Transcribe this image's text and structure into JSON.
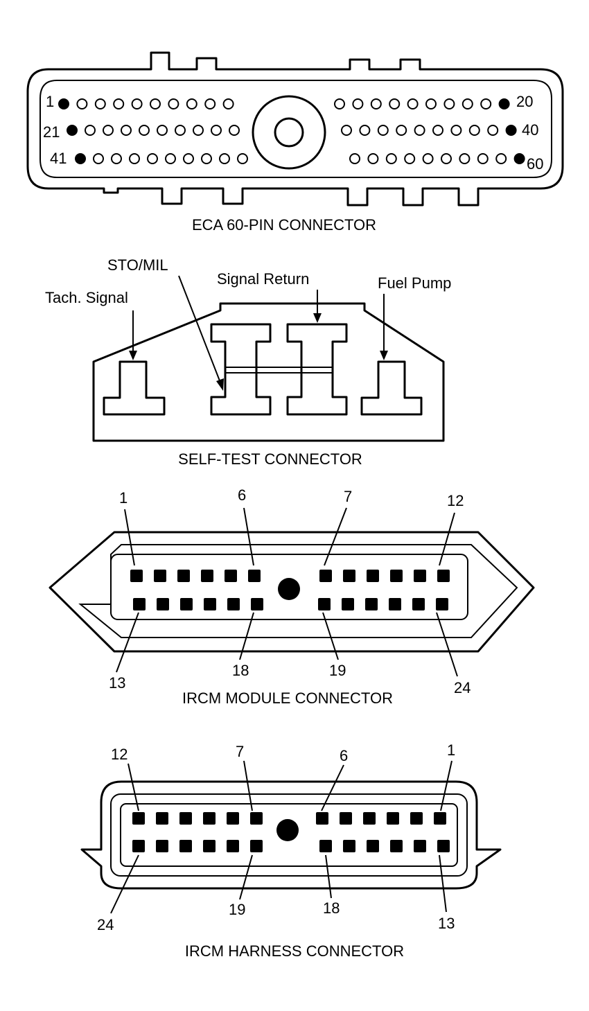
{
  "eca": {
    "caption": "ECA 60-PIN CONNECTOR",
    "pin_labels": [
      "1",
      "20",
      "21",
      "40",
      "41",
      "60"
    ]
  },
  "selftest": {
    "caption": "SELF-TEST CONNECTOR",
    "labels": {
      "tach": "Tach. Signal",
      "sto": "STO/MIL",
      "signal_return": "Signal Return",
      "fuel_pump": "Fuel Pump"
    }
  },
  "ircm_module": {
    "caption": "IRCM MODULE CONNECTOR",
    "pin_labels": [
      "1",
      "6",
      "7",
      "12",
      "13",
      "18",
      "19",
      "24"
    ]
  },
  "ircm_harness": {
    "caption": "IRCM HARNESS CONNECTOR",
    "pin_labels": [
      "12",
      "7",
      "6",
      "1",
      "24",
      "19",
      "18",
      "13"
    ]
  }
}
